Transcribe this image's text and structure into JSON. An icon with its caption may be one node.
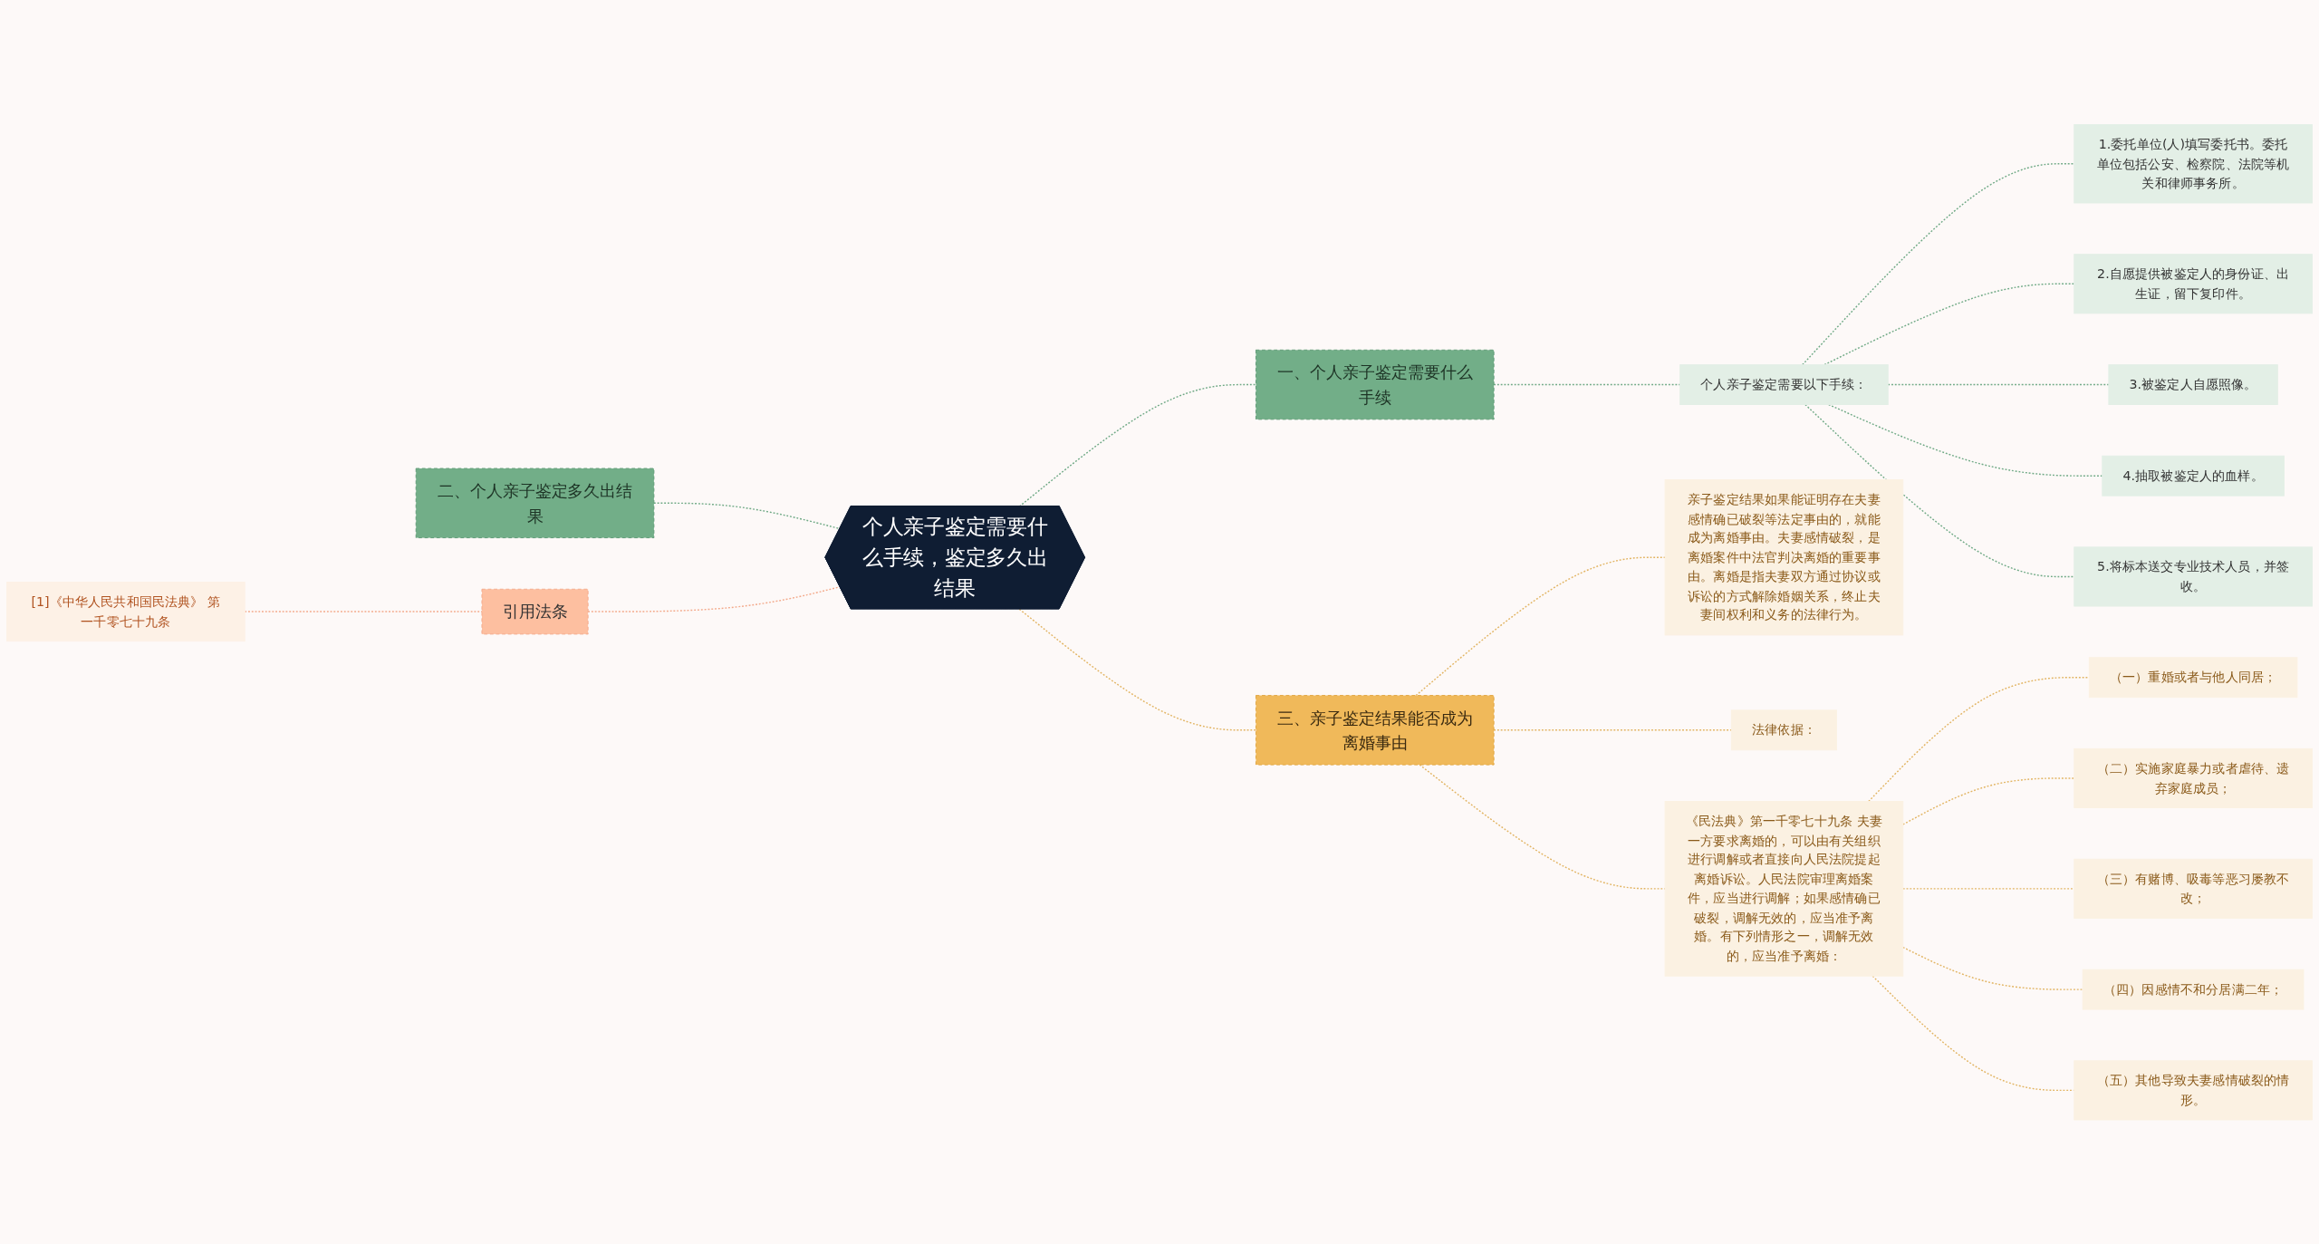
{
  "diagram": {
    "nodes": [
      {
        "text": [
          "个人亲子鉴定需要什么手续，鉴定多久出结果"
        ]
      },
      {
        "text": [
          "一、个人亲子鉴定需要什么手续"
        ]
      },
      {
        "text": [
          "个人亲子鉴定需要以下手续："
        ]
      },
      {
        "text": [
          "1.委托单位(人)填写委托书。委托单位包括公安、检察院、法院等机关和律师事务所。"
        ]
      },
      {
        "text": [
          "2.自愿提供被鉴定人的身份证、出生证，留下复印件。"
        ]
      },
      {
        "text": [
          "3.被鉴定人自愿照像。"
        ]
      },
      {
        "text": [
          "4.抽取被鉴定人的血样。"
        ]
      },
      {
        "text": [
          "5.将标本送交专业技术人员，并签收。"
        ]
      },
      {
        "text": [
          "二、个人亲子鉴定多久出结果"
        ]
      },
      {
        "text": [
          "引用法条"
        ]
      },
      {
        "text": [
          "[1]《中华人民共和国民法典》 第一千零七十九条"
        ]
      },
      {
        "text": [
          "三、亲子鉴定结果能否成为离婚事由"
        ]
      },
      {
        "text": [
          "亲子鉴定结果如果能证明存在夫妻感情确已破裂等法定事由的，就能成为离婚事由。夫妻感情破裂，是离婚案件中法官判决离婚的重要事由。离婚是指夫妻双方通过协议或诉讼的方式解除婚姻关系，终止夫妻间权利和义务的法律行为。"
        ]
      },
      {
        "text": [
          "法律依据："
        ]
      },
      {
        "text": [
          "《民法典》第一千零七十九条 夫妻一方要求离婚的，可以由有关组织进行调解或者直接向人民法院提起离婚诉讼。人民法院审理离婚案件，应当进行调解；如果感情确已破裂，调解无效的，应当准予离婚。有下列情形之一，调解无效的，应当准予离婚："
        ]
      },
      {
        "text": [
          "（一）重婚或者与他人同居；"
        ]
      },
      {
        "text": [
          "（二）实施家庭暴力或者虐待、遗弃家庭成员；"
        ]
      },
      {
        "text": [
          "（三）有赌博、吸毒等恶习屡教不改；"
        ]
      },
      {
        "text": [
          "（四）因感情不和分居满二年；"
        ]
      },
      {
        "text": [
          "（五）其他导致夫妻感情破裂的情形。"
        ]
      }
    ],
    "edges": [
      {
        "from": 0,
        "to": 1,
        "arrow": "none",
        "style": "dashed",
        "color": "#6fa985"
      },
      {
        "from": 1,
        "to": 2,
        "arrow": "none",
        "style": "dashed",
        "color": "#6fa985"
      },
      {
        "from": 2,
        "to": 3,
        "arrow": "none",
        "style": "dashed",
        "color": "#6fa985"
      },
      {
        "from": 2,
        "to": 4,
        "arrow": "none",
        "style": "dashed",
        "color": "#6fa985"
      },
      {
        "from": 2,
        "to": 5,
        "arrow": "none",
        "style": "dashed",
        "color": "#6fa985"
      },
      {
        "from": 2,
        "to": 6,
        "arrow": "none",
        "style": "dashed",
        "color": "#6fa985"
      },
      {
        "from": 2,
        "to": 7,
        "arrow": "none",
        "style": "dashed",
        "color": "#6fa985"
      },
      {
        "from": 0,
        "to": 8,
        "arrow": "none",
        "style": "dashed",
        "color": "#6fa985"
      },
      {
        "from": 0,
        "to": 9,
        "arrow": "none",
        "style": "dashed",
        "color": "#f3a98a"
      },
      {
        "from": 9,
        "to": 10,
        "arrow": "none",
        "style": "dashed",
        "color": "#f3a98a"
      },
      {
        "from": 0,
        "to": 11,
        "arrow": "none",
        "style": "dashed"
      },
      {
        "from": 11,
        "to": 12,
        "arrow": "none",
        "style": "dashed"
      },
      {
        "from": 11,
        "to": 13,
        "arrow": "none",
        "style": "dashed"
      },
      {
        "from": 11,
        "to": 14,
        "arrow": "none",
        "style": "dashed"
      },
      {
        "from": 14,
        "to": 15,
        "arrow": "none",
        "style": "dashed"
      },
      {
        "from": 14,
        "to": 16,
        "arrow": "none",
        "style": "dashed"
      },
      {
        "from": 14,
        "to": 17,
        "arrow": "none",
        "style": "dashed"
      },
      {
        "from": 14,
        "to": 18,
        "arrow": "none",
        "style": "dashed"
      },
      {
        "from": 14,
        "to": 19,
        "arrow": "none",
        "style": "dashed"
      }
    ]
  }
}
